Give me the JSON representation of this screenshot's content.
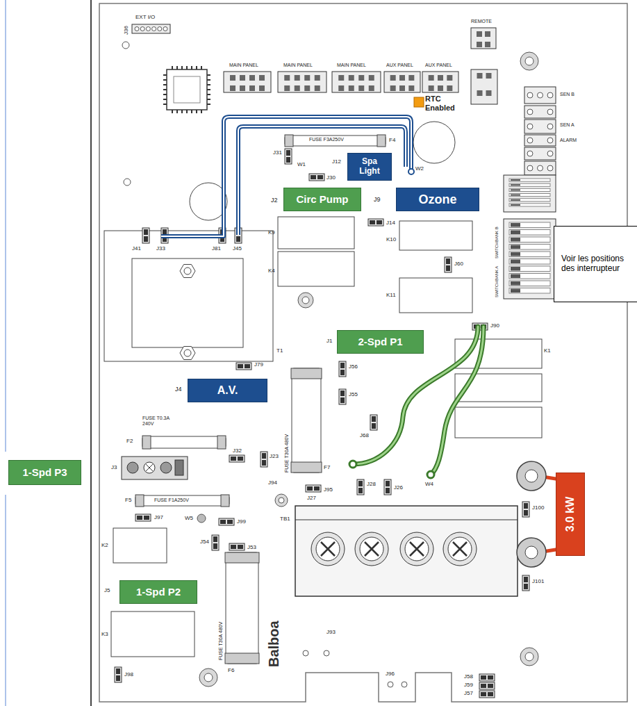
{
  "diagram": {
    "nodes": [
      {
        "text": [
          "Spa Light"
        ]
      },
      {
        "text": [
          "Circ Pump"
        ]
      },
      {
        "text": [
          "Ozone"
        ]
      },
      {
        "text": [
          "Voir les positions des interrupteur"
        ]
      },
      {
        "text": [
          "2-Spd P1"
        ]
      },
      {
        "text": [
          "A.V."
        ]
      },
      {
        "text": [
          "1-Spd P3"
        ]
      },
      {
        "text": [
          "3.0 kW"
        ]
      },
      {
        "text": [
          "1-Spd P2"
        ]
      }
    ],
    "labels": [
      "J36",
      "EXT I/O",
      "MAIN PANEL",
      "MAIN PANEL",
      "MAIN PANEL",
      "AUX PANEL",
      "AUX PANEL",
      "REMOTE",
      "RTC Enabled",
      "FUSE F3A250V",
      "F4",
      "J31",
      "J12",
      "W1",
      "W2",
      "J30",
      "J2",
      "J9",
      "J14",
      "K9",
      "K10",
      "J41",
      "J33",
      "J81",
      "J45",
      "J60",
      "K4",
      "K11",
      "T1",
      "J1",
      "J90",
      "K1",
      "J79",
      "J4",
      "J56",
      "J55",
      "J68",
      "W4",
      "FUSE T30A 480V",
      "F7",
      "F2",
      "FUSE T0.3A 240V",
      "J3",
      "J32",
      "J23",
      "J94",
      "J27",
      "J95",
      "J28",
      "J26",
      "F5",
      "FUSE F1A250V",
      "J97",
      "W5",
      "J99",
      "J54",
      "J53",
      "TB1",
      "J100",
      "J101",
      "K2",
      "J5",
      "K3",
      "J98",
      "FUSE T30A 480V",
      "F6",
      "Balboa",
      "J93",
      "J96",
      "J58",
      "J59",
      "J57",
      "SWITCHBANK B",
      "SWITCHBANK A",
      "SEN B",
      "SEN A",
      "ALARM"
    ]
  }
}
